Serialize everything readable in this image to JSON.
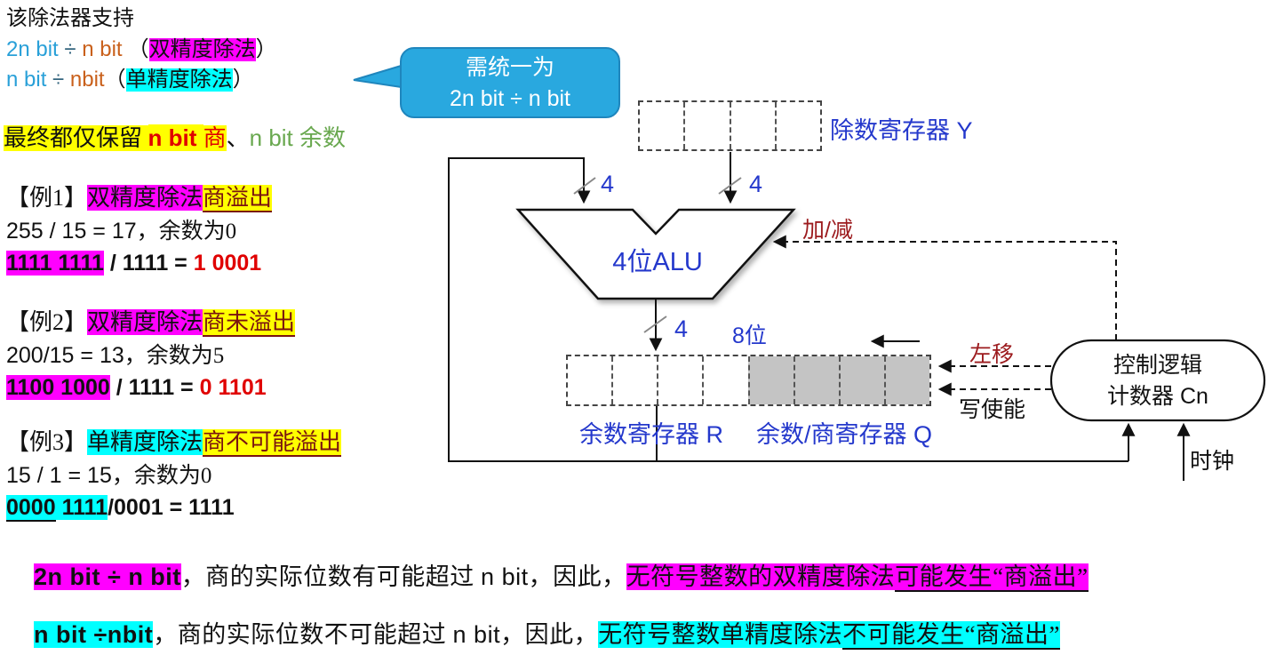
{
  "colors": {
    "highlight_magenta": "#FF00FF",
    "highlight_cyan": "#00FFFF",
    "highlight_yellow": "#FFFF00",
    "diagram_blue": "#2438CC",
    "signal_dark_red": "#9C1B1E",
    "bubble_blue": "#29A8DF",
    "q_register_gray": "#C4C4C4"
  },
  "intro": {
    "line1": "该除法器支持",
    "line2": [
      {
        "t": "2n bit",
        "s": "c-blue"
      },
      {
        "t": " ÷ ",
        "s": "c-div"
      },
      {
        "t": "n bit",
        "s": "c-orange"
      },
      {
        "t": " （",
        "s": "serif"
      },
      {
        "t": "双精度除法",
        "s": "serif hl-m"
      },
      {
        "t": "）",
        "s": "serif"
      }
    ],
    "line3": [
      {
        "t": "n bit",
        "s": "c-blue"
      },
      {
        "t": " ÷ ",
        "s": "c-div"
      },
      {
        "t": "nbit",
        "s": "c-orange"
      },
      {
        "t": "（",
        "s": "serif"
      },
      {
        "t": "单精度除法",
        "s": "serif hl-c"
      },
      {
        "t": "）",
        "s": "serif"
      }
    ]
  },
  "keep_line": [
    {
      "t": "最终都仅保留 ",
      "s": "serif hl-y"
    },
    {
      "t": "n bit ",
      "s": "c-red hl-y b"
    },
    {
      "t": "商",
      "s": "serif c-red hl-y"
    },
    {
      "t": "、",
      "s": "serif"
    },
    {
      "t": "n bit ",
      "s": "c-green"
    },
    {
      "t": "余数",
      "s": "serif c-green"
    }
  ],
  "examples": [
    {
      "heading": [
        {
          "t": "【例1】",
          "s": "serif"
        },
        {
          "t": "双精度除法",
          "s": "serif hl-m"
        },
        {
          "t": "商溢出",
          "s": "serif hl-y c-maroon u"
        }
      ],
      "calc": [
        {
          "t": "255 / 15 = 17",
          "s": ""
        },
        {
          "t": "，余数为0",
          "s": "serif"
        }
      ],
      "binary": [
        {
          "t": "1111 1111",
          "s": "b hl-m"
        },
        {
          "t": " / 1111 = ",
          "s": "b"
        },
        {
          "t": "1 0001",
          "s": "b c-red"
        }
      ]
    },
    {
      "heading": [
        {
          "t": "【例2】",
          "s": "serif"
        },
        {
          "t": "双精度除法",
          "s": "serif hl-m"
        },
        {
          "t": "商未溢出",
          "s": "serif hl-y c-maroon u"
        }
      ],
      "calc": [
        {
          "t": "200/15 = 13",
          "s": ""
        },
        {
          "t": "，余数为5",
          "s": "serif"
        }
      ],
      "binary": [
        {
          "t": "1100 1000",
          "s": "b hl-m"
        },
        {
          "t": " / 1111 = ",
          "s": "b"
        },
        {
          "t": "0 1101",
          "s": "b c-red"
        }
      ]
    },
    {
      "heading": [
        {
          "t": "【例3】",
          "s": "serif"
        },
        {
          "t": "单精度除法",
          "s": "serif hl-c"
        },
        {
          "t": "商不可能溢出",
          "s": "serif hl-y c-maroon u"
        }
      ],
      "calc": [
        {
          "t": "15 / 1 = 15",
          "s": ""
        },
        {
          "t": "，余数为0",
          "s": "serif"
        }
      ],
      "binary": [
        {
          "t": "0000",
          "s": "b hl-c u"
        },
        {
          "t": " 1111",
          "s": "b hl-c"
        },
        {
          "t": "/0001 = 1111",
          "s": "b"
        }
      ]
    }
  ],
  "bubble": {
    "line1": "需统一为",
    "line2": "2n bit ÷ n bit"
  },
  "diagram": {
    "divisor_reg_label": "除数寄存器 Y",
    "alu_label": "4位ALU",
    "bus_width_left": "4",
    "bus_width_right": "4",
    "bus_width_out": "4",
    "bits8_label": "8位",
    "r_reg_label": "余数寄存器 R",
    "q_reg_label": "余数/商寄存器 Q",
    "add_sub_label": "加/减",
    "shift_left_label": "左移",
    "write_enable_label": "写使能",
    "control_line1": "控制逻辑",
    "control_line2": "计数器 Cn",
    "clock_label": "时钟"
  },
  "bottom": {
    "line1": [
      {
        "t": "2n bit ÷ n bit",
        "s": "b hl-m"
      },
      {
        "t": "，商的实际位数有可能超过 ",
        "s": "serif"
      },
      {
        "t": "n bit",
        "s": ""
      },
      {
        "t": "，因此，",
        "s": "serif"
      },
      {
        "t": "无符号整数的双精度除法",
        "s": "serif hl-m"
      },
      {
        "t": "可能发生“商溢出”",
        "s": "serif hl-m u"
      }
    ],
    "line2": [
      {
        "t": "n bit ÷nbit",
        "s": "b hl-c"
      },
      {
        "t": "，商的实际位数不可能超过 ",
        "s": "serif"
      },
      {
        "t": "n bit",
        "s": ""
      },
      {
        "t": "，因此，",
        "s": "serif"
      },
      {
        "t": "无符号整数单精度除法",
        "s": "serif hl-c"
      },
      {
        "t": "不可能发生“商溢出”",
        "s": "serif hl-c u"
      }
    ]
  }
}
